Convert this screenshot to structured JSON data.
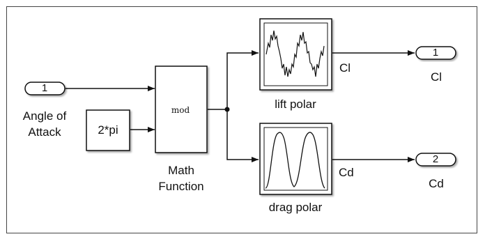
{
  "inport_angle": {
    "number": "1",
    "label_line1": "Angle of",
    "label_line2": "Attack"
  },
  "constant_block": {
    "value": "2*pi"
  },
  "math_function": {
    "operator": "mod",
    "label_line1": "Math",
    "label_line2": "Function"
  },
  "lift_polar": {
    "label": "lift polar",
    "output_signal": "Cl"
  },
  "drag_polar": {
    "label": "drag polar",
    "output_signal": "Cd"
  },
  "outport_cl": {
    "number": "1",
    "label": "Cl"
  },
  "outport_cd": {
    "number": "2",
    "label": "Cd"
  }
}
